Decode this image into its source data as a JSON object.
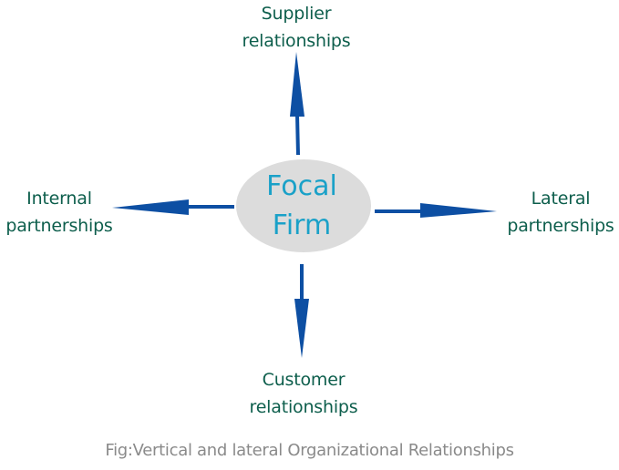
{
  "center": {
    "lines": [
      "Focal",
      "Firm"
    ],
    "fill": "#dcdcdc",
    "text_color": "#1aa1c8"
  },
  "nodes": {
    "supplier": {
      "lines": [
        "Supplier",
        "relationships"
      ],
      "direction": "up"
    },
    "internal": {
      "lines": [
        "Internal",
        "partnerships"
      ],
      "direction": "left"
    },
    "lateral": {
      "lines": [
        "Lateral",
        "partnerships"
      ],
      "direction": "right"
    },
    "customer": {
      "lines": [
        "Customer",
        "relationships"
      ],
      "direction": "down"
    }
  },
  "colors": {
    "arrow": "#0d4fa3",
    "label": "#0d5e4c",
    "caption": "#8a8a8a"
  },
  "caption": "Fig:Vertical and lateral Organizational Relationships"
}
